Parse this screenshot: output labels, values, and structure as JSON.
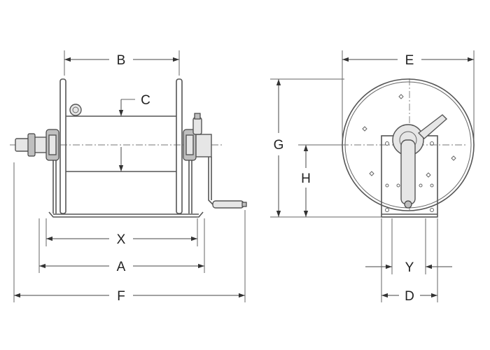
{
  "labels": {
    "B": "B",
    "C": "C",
    "X": "X",
    "A": "A",
    "F": "F",
    "E": "E",
    "G": "G",
    "H": "H",
    "Y": "Y",
    "D": "D"
  },
  "colors": {
    "line": "#555555",
    "fill": "#e6e6e6",
    "text": "#222222"
  }
}
